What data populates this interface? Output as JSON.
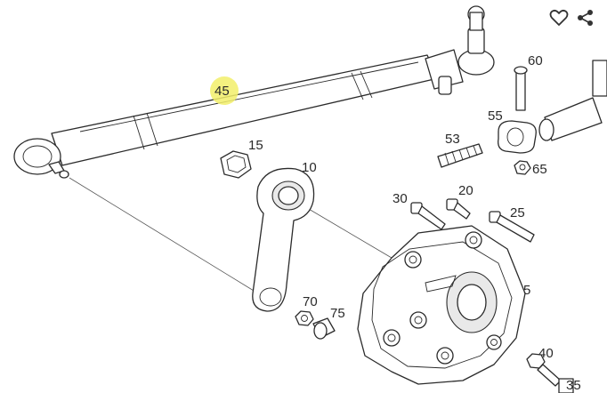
{
  "toolbar": {
    "favorite_icon": "heart-outline-icon",
    "share_icon": "share-icon"
  },
  "highlight_color": "#f2ef6a",
  "callouts": {
    "c45": "45",
    "c60": "60",
    "c55": "55",
    "c53": "53",
    "c65": "65",
    "c15": "15",
    "c10": "10",
    "c30": "30",
    "c20": "20",
    "c25": "25",
    "c5": "5",
    "c70": "70",
    "c75": "75",
    "c40": "40",
    "c35": "35"
  }
}
